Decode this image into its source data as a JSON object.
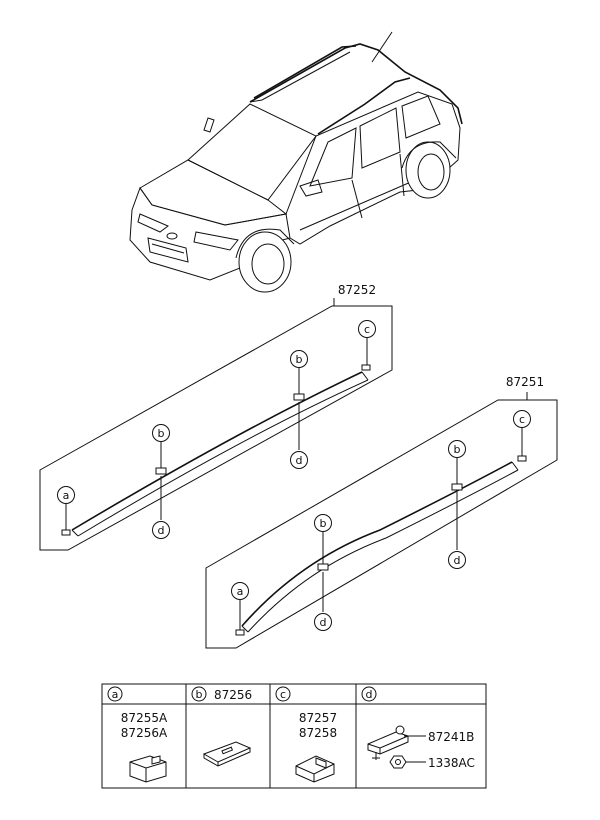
{
  "part_labels": {
    "rr_left": "87252",
    "rr_right": "87251"
  },
  "callouts": {
    "a": "a",
    "b": "b",
    "c": "c",
    "d": "d"
  },
  "legend": {
    "cells": [
      {
        "key": "a",
        "header_part": "",
        "parts": [
          "87255A",
          "87256A"
        ]
      },
      {
        "key": "b",
        "header_part": "87256",
        "parts": []
      },
      {
        "key": "c",
        "header_part": "",
        "parts": [
          "87257",
          "87258"
        ]
      },
      {
        "key": "d",
        "header_part": "",
        "parts": [
          "87241B",
          "1338AC"
        ]
      }
    ]
  }
}
